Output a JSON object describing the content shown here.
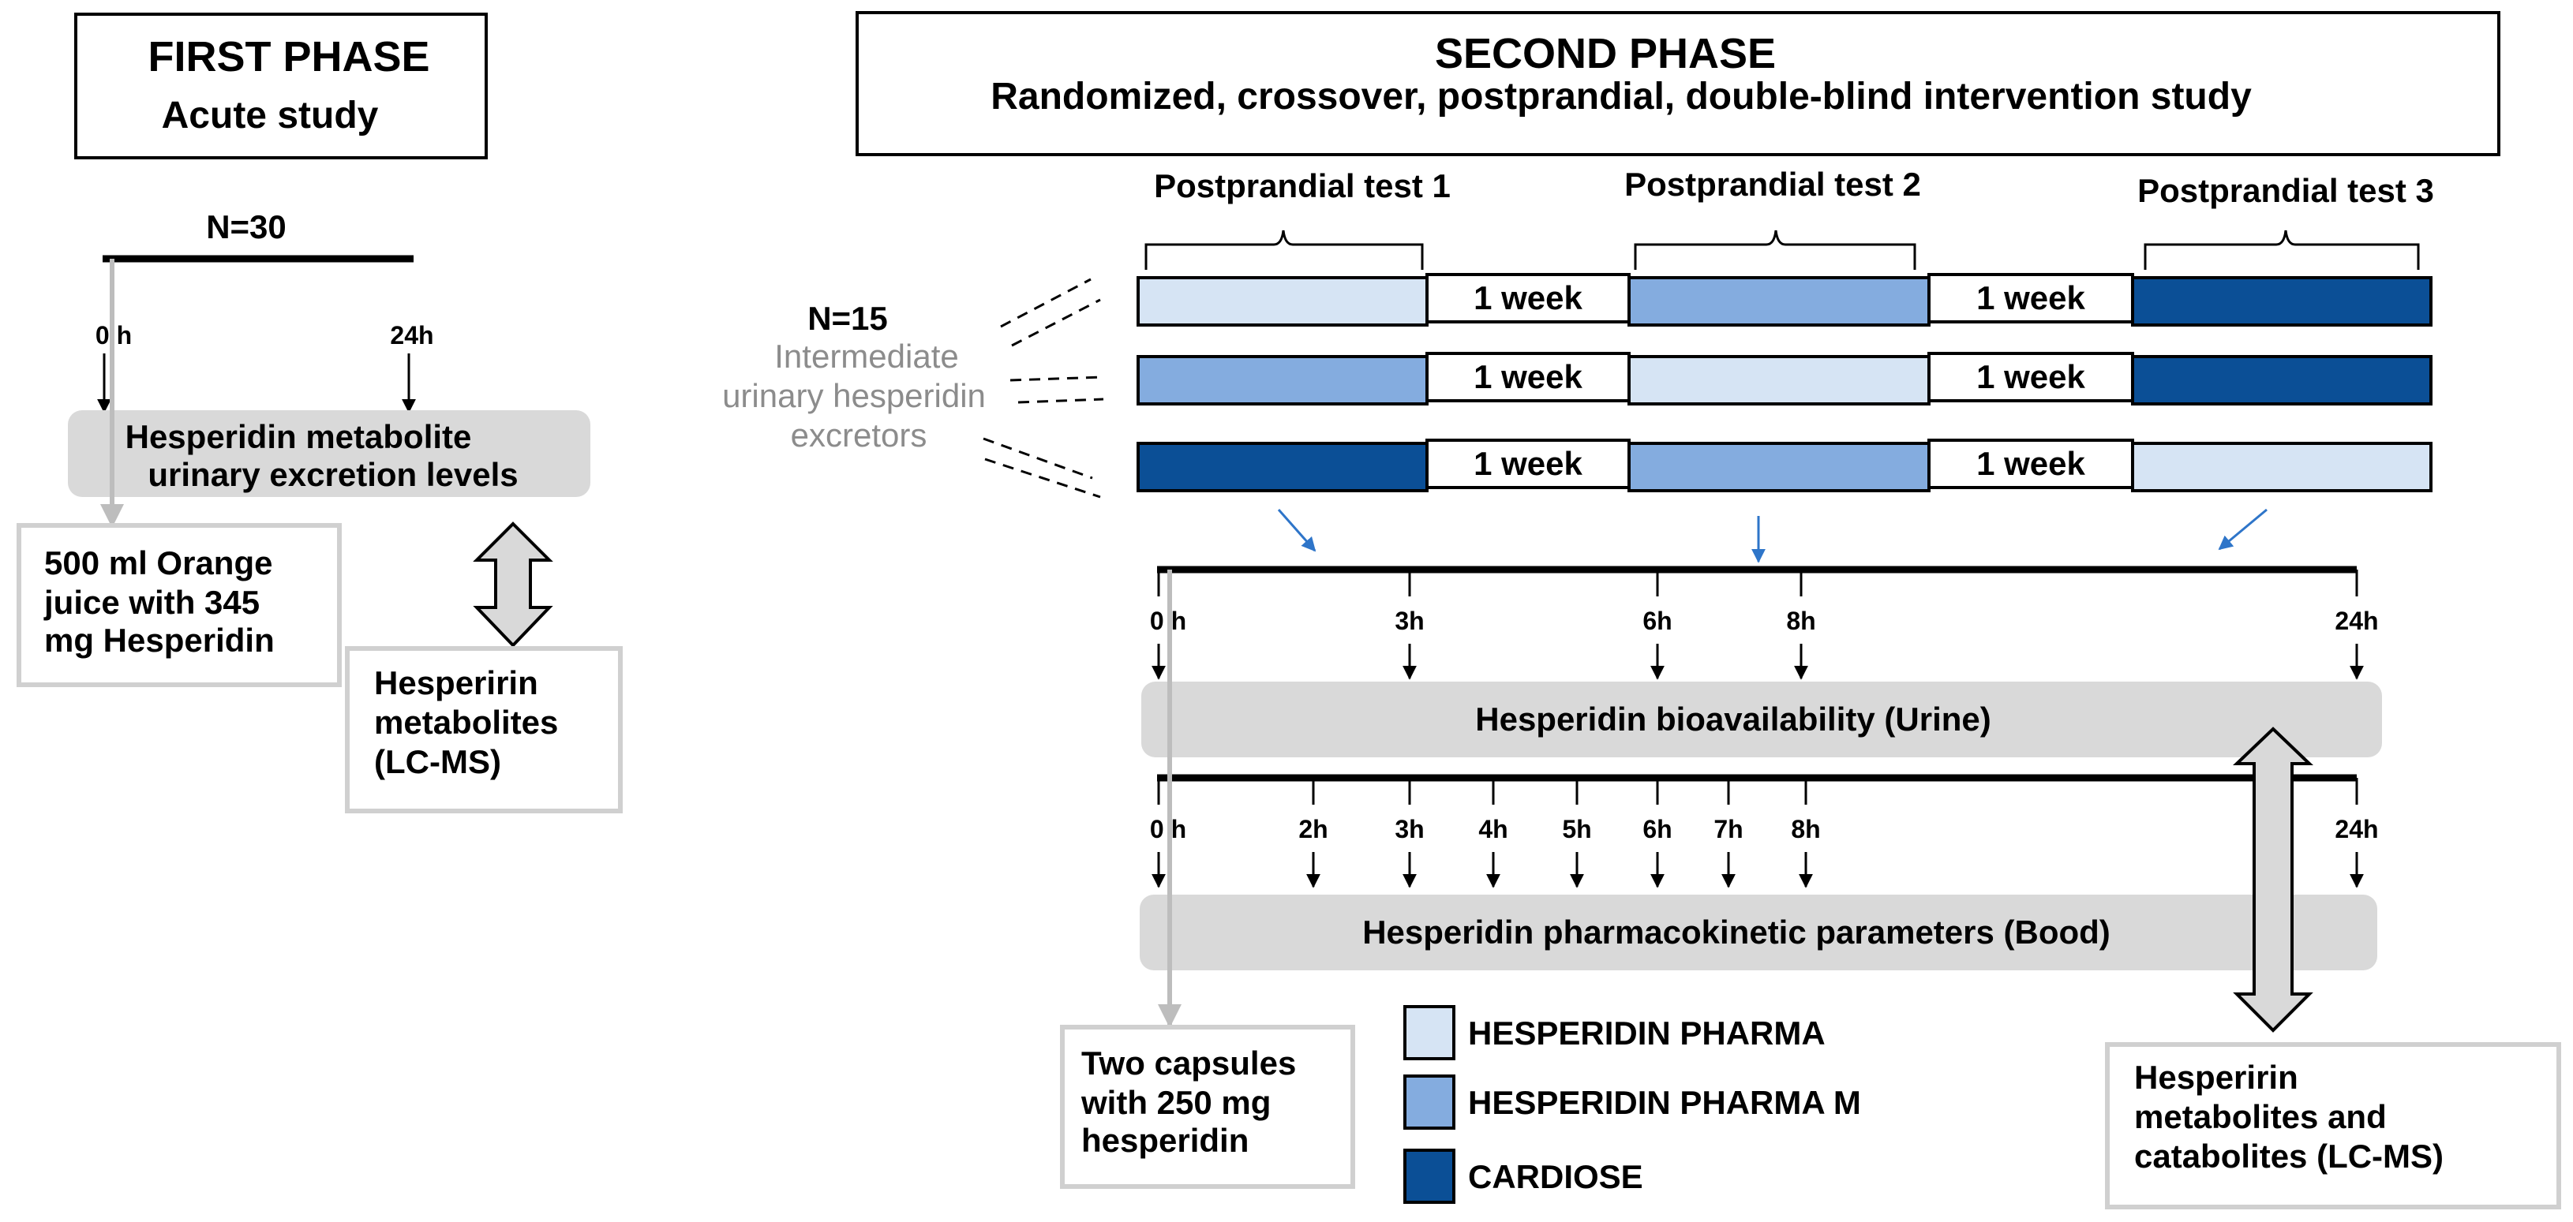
{
  "first_phase": {
    "title": "FIRST PHASE",
    "subtitle": "Acute study",
    "n_label": "N=30",
    "time_start": "0 h",
    "time_end": "24h",
    "excretion_line1": "Hesperidin metabolite",
    "excretion_line2": "urinary excretion levels",
    "juice_lines": [
      "500 ml Orange",
      "juice with 345",
      "mg Hesperidin"
    ],
    "metabolites_lines": [
      "Hesperirin",
      "metabolites",
      "(LC-MS)"
    ]
  },
  "second_phase": {
    "title": "SECOND PHASE",
    "subtitle": "Randomized, crossover, postprandial, double-blind intervention study",
    "n_label": "N=15",
    "group_lines": [
      "Intermediate",
      "urinary hesperidin",
      "excretors"
    ],
    "test_labels": [
      "Postprandial test 1",
      "Postprandial test 2",
      "Postprandial test 3"
    ],
    "washout_label": "1 week",
    "sequences": [
      [
        "pharma",
        "pharma_m",
        "cardiose"
      ],
      [
        "pharma_m",
        "pharma",
        "cardiose"
      ],
      [
        "cardiose",
        "pharma_m",
        "pharma"
      ]
    ],
    "urine": {
      "title": "Hesperidin bioavailability (Urine)",
      "times": [
        "0 h",
        "3h",
        "6h",
        "8h",
        "24h"
      ]
    },
    "blood": {
      "title": "Hesperidin pharmacokinetic parameters (Bood)",
      "times": [
        "0 h",
        "2h",
        "3h",
        "4h",
        "5h",
        "6h",
        "7h",
        "8h",
        "24h"
      ]
    },
    "capsules_lines": [
      "Two capsules",
      "with 250 mg",
      "hesperidin"
    ],
    "metabolites_lines": [
      "Hesperirin",
      "metabolites and",
      "catabolites (LC-MS)"
    ]
  },
  "legend": [
    {
      "key": "pharma",
      "label": "HESPERIDIN PHARMA",
      "color": "#d6e4f4"
    },
    {
      "key": "pharma_m",
      "label": "HESPERIDIN PHARMA M",
      "color": "#84acdf"
    },
    {
      "key": "cardiose",
      "label": "CARDIOSE",
      "color": "#0b4f96"
    }
  ]
}
